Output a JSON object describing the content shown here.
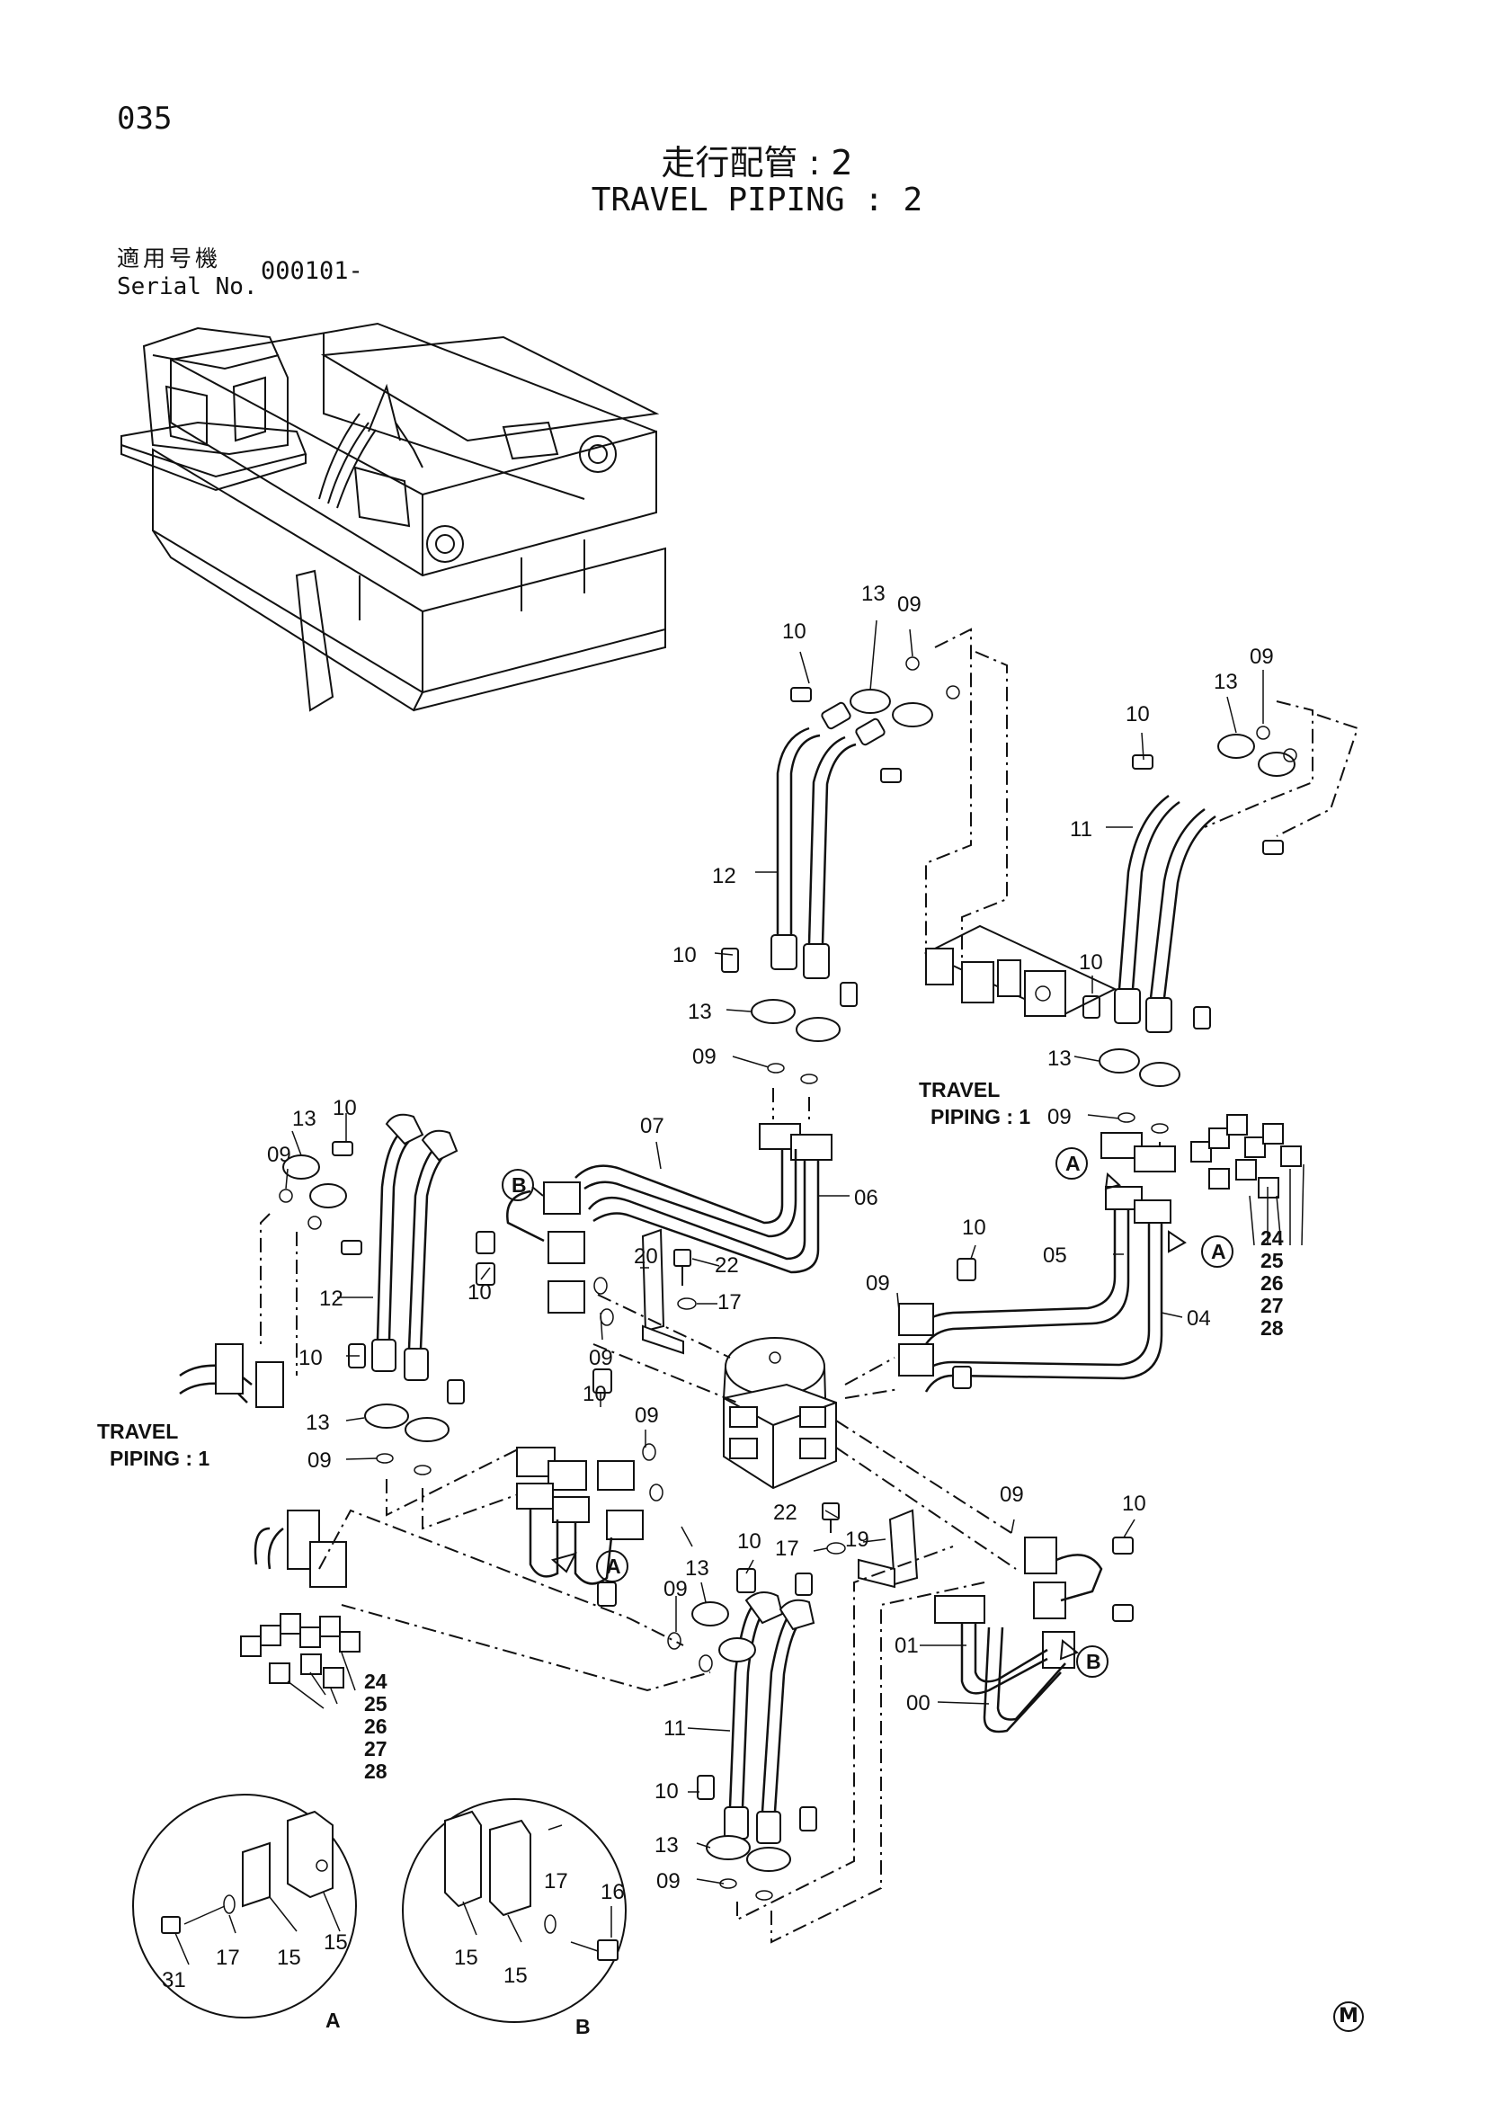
{
  "page_number": "035",
  "title_jp": "走行配管 : 2",
  "title_en": "TRAVEL PIPING : 2",
  "serial": {
    "label_jp": "適用号機",
    "label_en": "Serial No.",
    "value": "000101-"
  },
  "callouts": {
    "p00": "00",
    "p01": "01",
    "p04": "04",
    "p05": "05",
    "p06": "06",
    "p07": "07",
    "p09": "09",
    "p10": "10",
    "p11": "11",
    "p12": "12",
    "p13": "13",
    "p15": "15",
    "p16": "16",
    "p17": "17",
    "p19": "19",
    "p20": "20",
    "p22": "22",
    "p24": "24",
    "p25": "25",
    "p26": "26",
    "p27": "27",
    "p28": "28",
    "p31": "31"
  },
  "references": {
    "travel_piping_1_line1": "TRAVEL",
    "travel_piping_1_line2": "PIPING : 1",
    "detail_a": "A",
    "detail_b": "B"
  },
  "mark": "M"
}
